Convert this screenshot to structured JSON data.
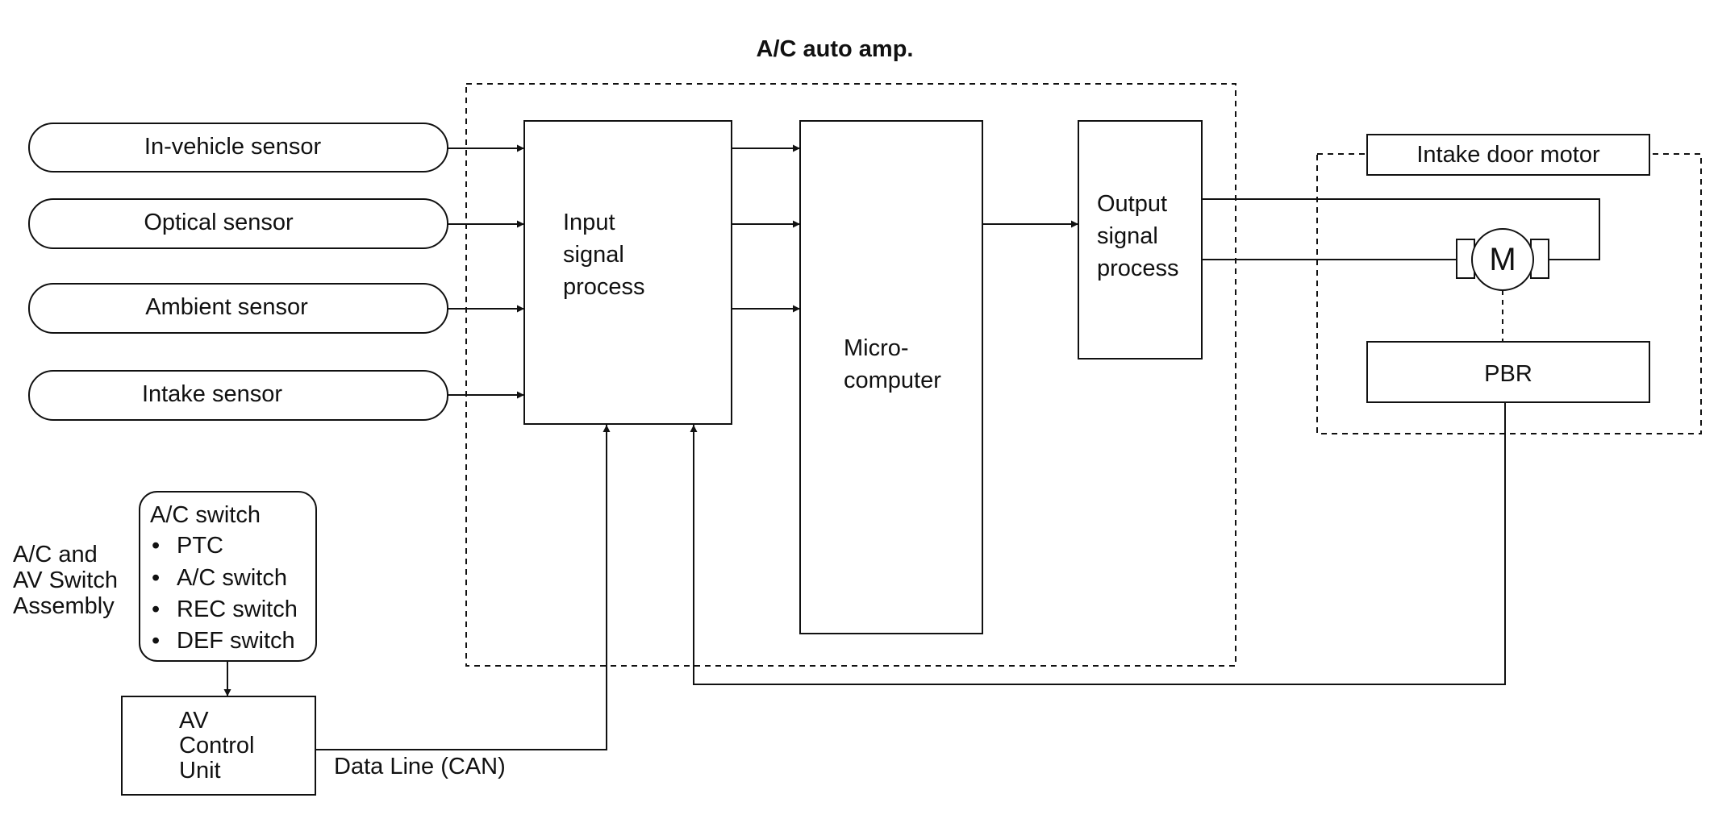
{
  "title": "A/C auto amp.",
  "sensors": [
    {
      "label": "In-vehicle sensor"
    },
    {
      "label": "Optical sensor"
    },
    {
      "label": "Ambient sensor"
    },
    {
      "label": "Intake sensor"
    }
  ],
  "blocks": {
    "input_signal_process": "Input\nsignal\nprocess",
    "microcomputer": "Micro-\ncomputer",
    "output_signal_process": "Output\nsignal\nprocess"
  },
  "intake_door_motor": {
    "label": "Intake door motor",
    "motor_symbol": "M",
    "pbr": "PBR"
  },
  "switch_assembly": {
    "label": "A/C and\nAV Switch\nAssembly",
    "box_title": "A/C switch",
    "items": [
      "PTC",
      "A/C switch",
      "REC switch",
      "DEF switch"
    ],
    "bullet": "•"
  },
  "av_control_unit": "AV\nControl\nUnit",
  "data_line": "Data Line (CAN)"
}
